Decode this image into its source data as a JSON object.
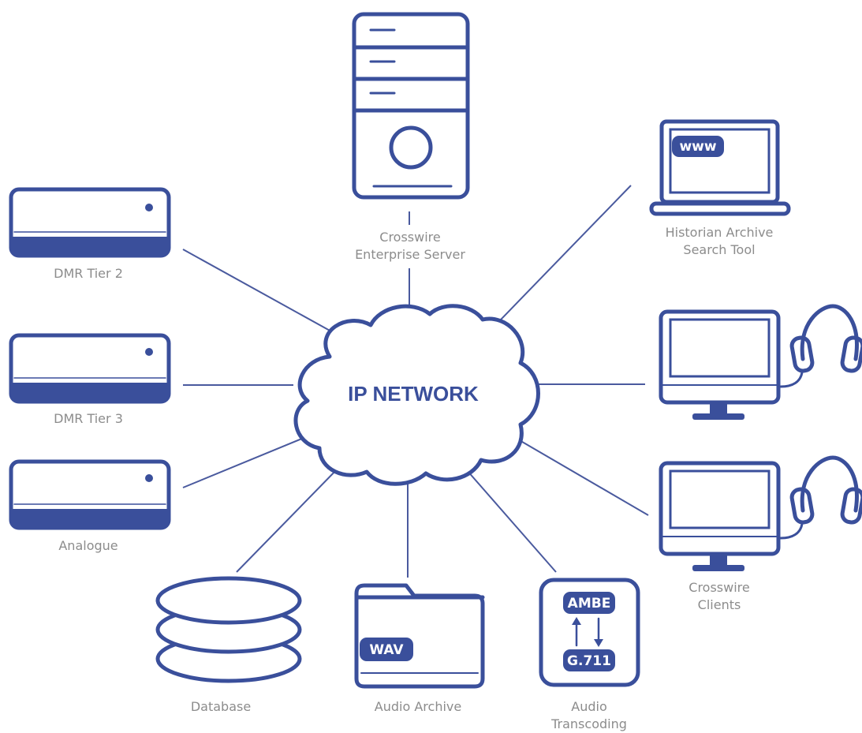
{
  "network": {
    "label": "IP NETWORK"
  },
  "server": {
    "label_line1": "Crosswire",
    "label_line2": "Enterprise Server"
  },
  "search_tool": {
    "label_line1": "Historian Archive",
    "label_line2": "Search Tool",
    "badge": "www"
  },
  "dmr_tier2": {
    "label": "DMR Tier 2"
  },
  "dmr_tier3": {
    "label": "DMR Tier 3"
  },
  "analogue": {
    "label": "Analogue"
  },
  "database": {
    "label": "Database"
  },
  "audio_archive": {
    "label": "Audio Archive",
    "badge": "WAV"
  },
  "transcoding": {
    "label_line1": "Audio",
    "label_line2": "Transcoding",
    "codec_top": "AMBE",
    "codec_bottom": "G.711"
  },
  "clients": {
    "label_line1": "Crosswire",
    "label_line2": "Clients"
  },
  "colors": {
    "primary": "#3a4f9b",
    "label": "#8c8c8c"
  }
}
